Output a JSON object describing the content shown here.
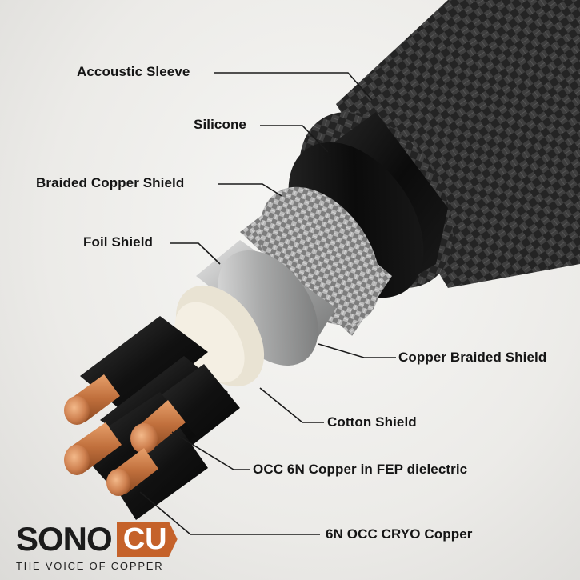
{
  "labels": {
    "acoustic_sleeve": "Accoustic Sleeve",
    "silicone": "Silicone",
    "braided_copper_shield": "Braided Copper Shield",
    "foil_shield": "Foil Shield",
    "copper_braided_shield": "Copper Braided Shield",
    "cotton_shield": "Cotton Shield",
    "occ_fep": "OCC 6N Copper in FEP dielectric",
    "cryo_copper": "6N OCC CRYO Copper"
  },
  "brand": {
    "name_left": "SONO",
    "name_right": "CU",
    "tagline": "THE VOICE OF COPPER",
    "accent_color": "#c5622a"
  },
  "colors": {
    "sleeve": "#2a2a2a",
    "silicone": "#111111",
    "braid": "#8a8a8a",
    "foil": "#c8c9c9",
    "cotton": "#ece6d8",
    "copper": "#c97a45"
  }
}
